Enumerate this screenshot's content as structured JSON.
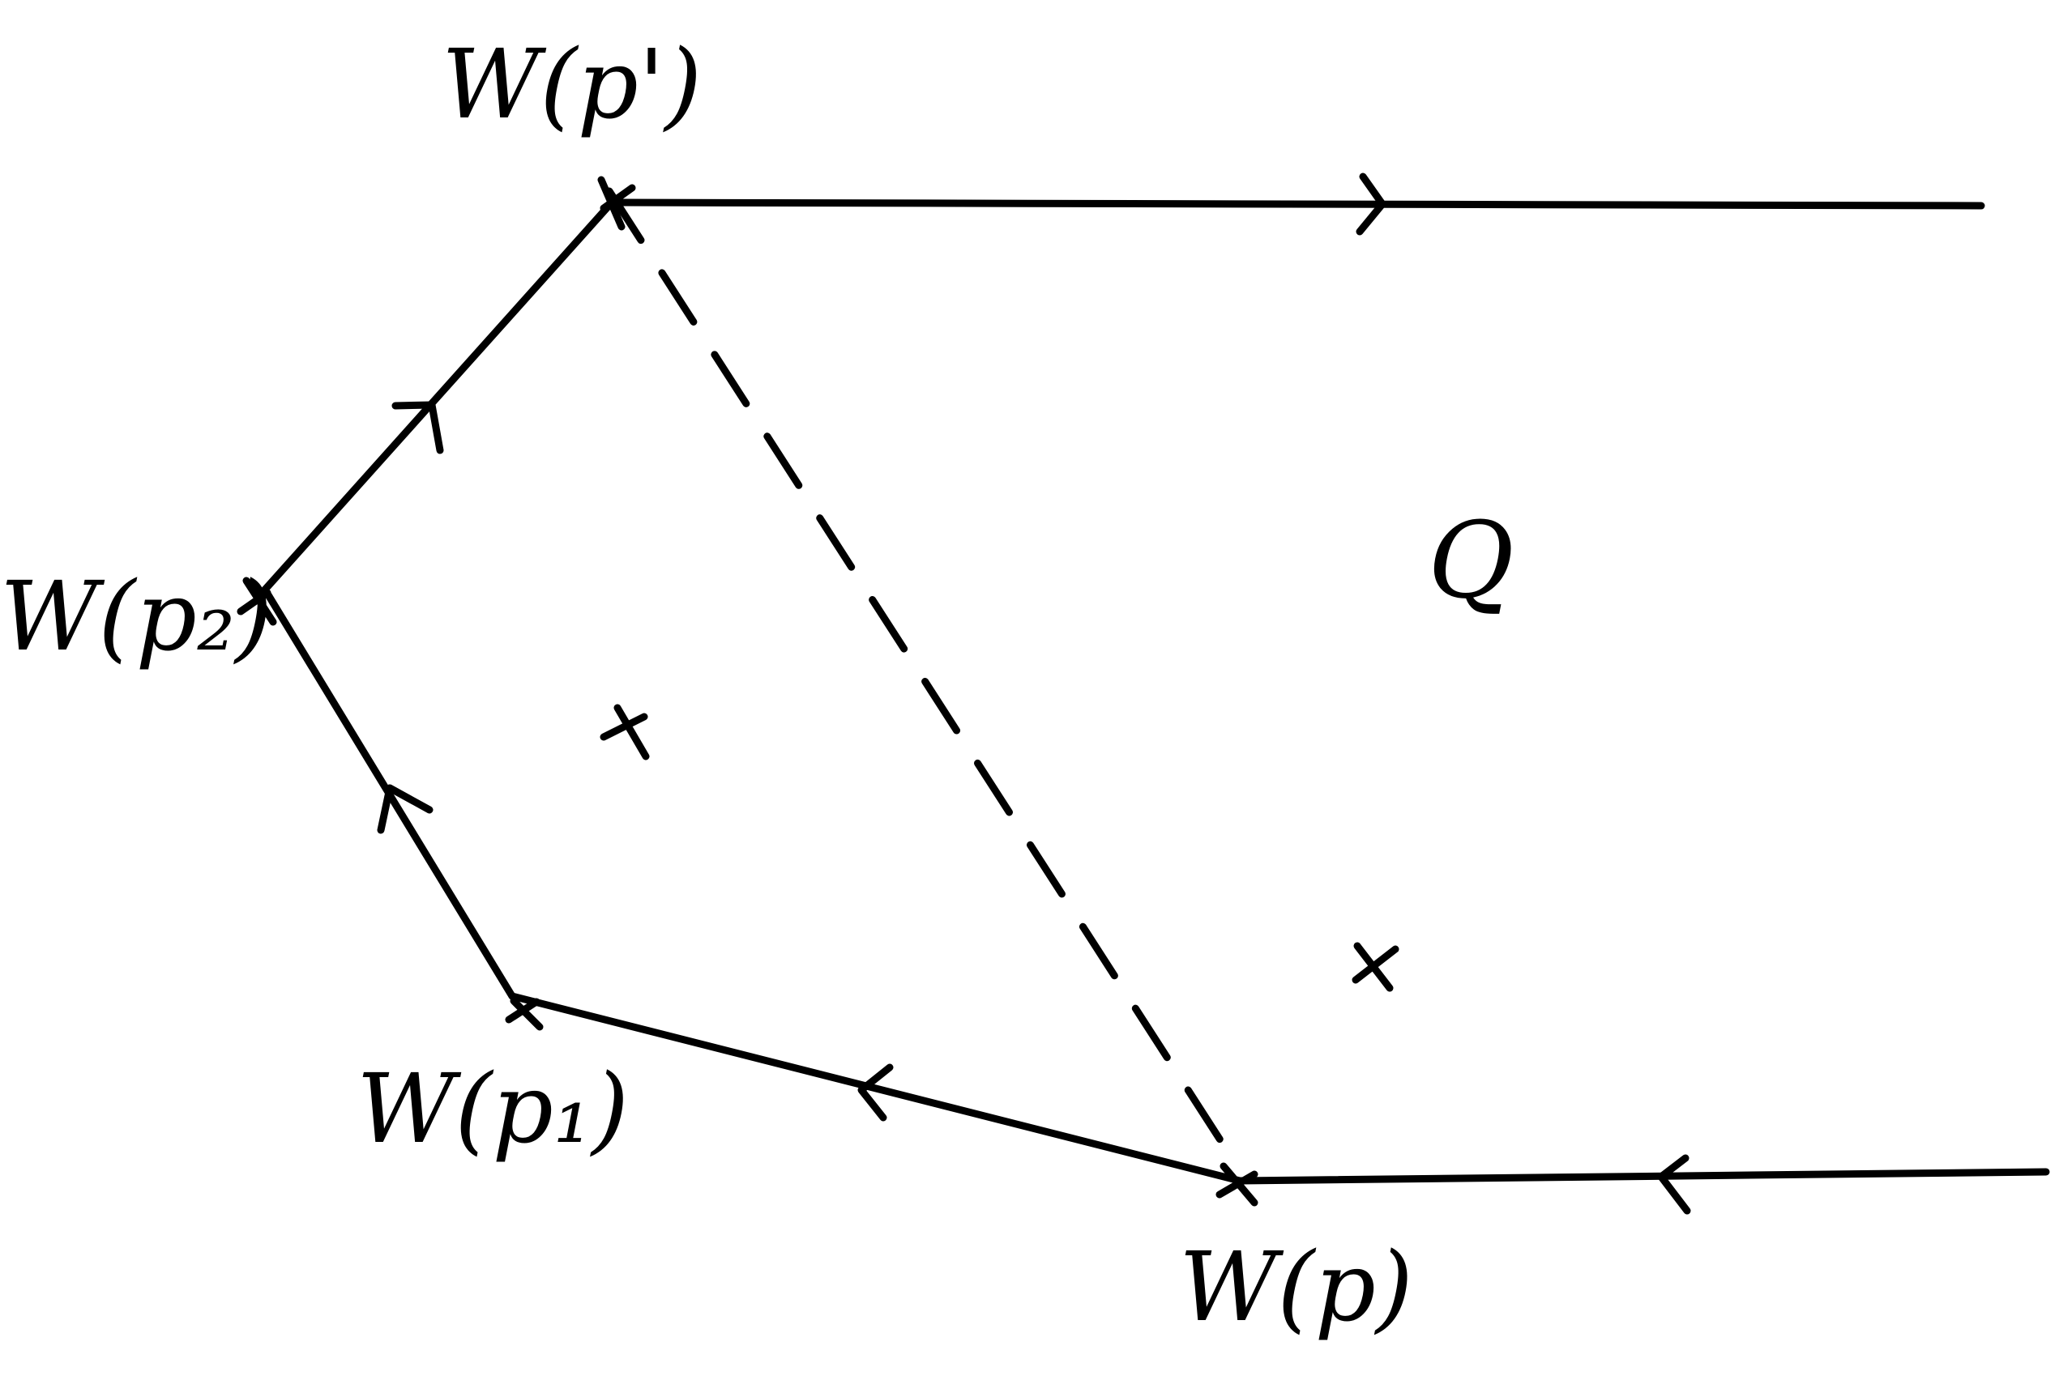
{
  "diagram": {
    "labels": {
      "w_p_prime": "W(p')",
      "w_p2": "W(p₂)",
      "w_p1": "W(p₁)",
      "w_p": "W(p)",
      "q": "Q"
    },
    "colors": {
      "ink": "#000000",
      "background": "#ffffff"
    }
  }
}
